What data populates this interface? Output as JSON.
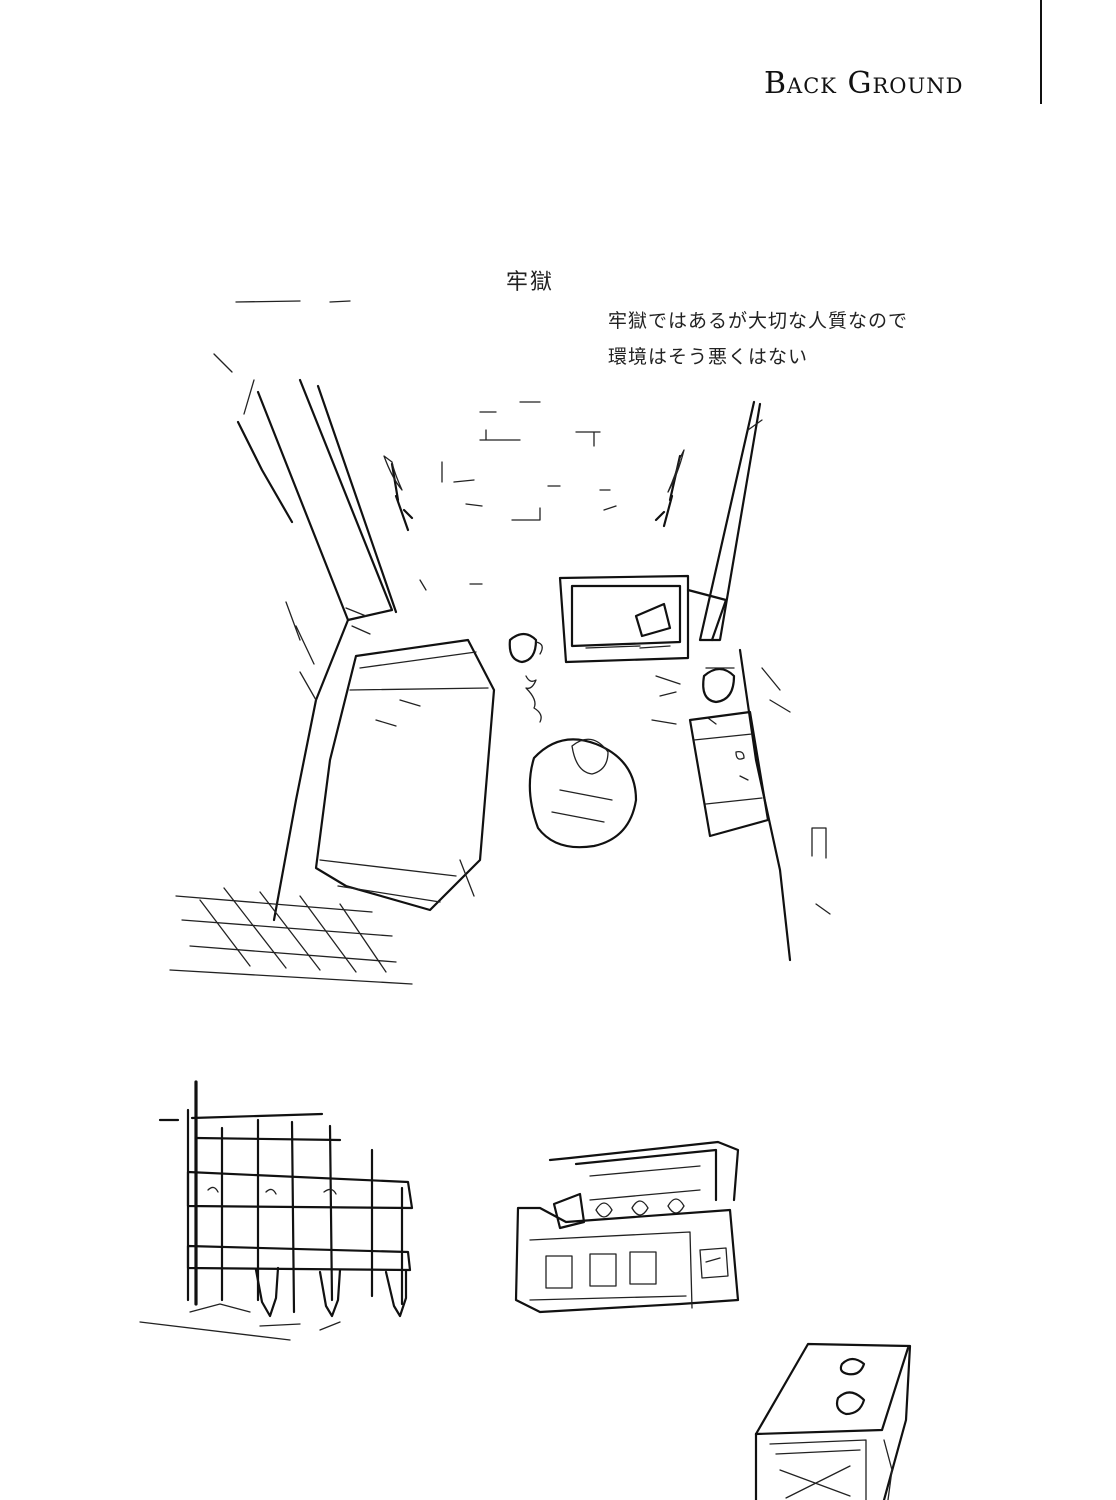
{
  "header": {
    "title": "Back Ground"
  },
  "notes": {
    "title": "牢獄",
    "lines": [
      "牢獄ではあるが大切な人質なので",
      "環境はそう悪くはない"
    ]
  }
}
